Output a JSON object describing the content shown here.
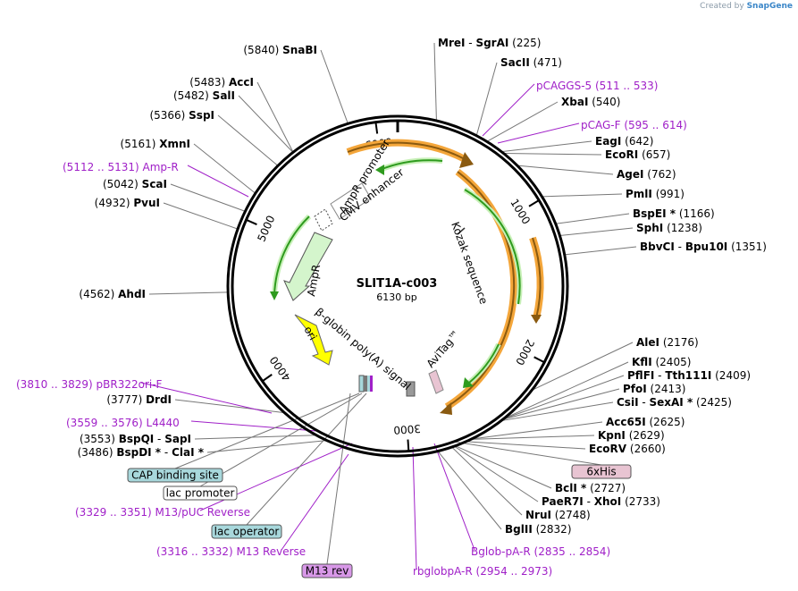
{
  "watermark": {
    "prefix": "Created by",
    "brand": "SnapGene"
  },
  "plasmid": {
    "name": "SLIT1A-c003",
    "length_label": "6130 bp",
    "length": 6130
  },
  "ticks": [
    "1000",
    "2000",
    "3000",
    "4000",
    "5000",
    "6000"
  ],
  "sites": [
    {
      "name": "SnaBI",
      "pos": "(5840)",
      "bp": 5840
    },
    {
      "name": "MreI",
      "name2": "SgrAI",
      "pos": "(225)",
      "bp": 225
    },
    {
      "name": "SacII",
      "pos": "(471)",
      "bp": 471
    },
    {
      "name": "XbaI",
      "pos": "(540)",
      "bp": 540
    },
    {
      "name": "EagI",
      "pos": "(642)",
      "bp": 642
    },
    {
      "name": "EcoRI",
      "pos": "(657)",
      "bp": 657
    },
    {
      "name": "AgeI",
      "pos": "(762)",
      "bp": 762
    },
    {
      "name": "PmlI",
      "pos": "(991)",
      "bp": 991
    },
    {
      "name": "BspEI *",
      "pos": "(1166)",
      "bp": 1166
    },
    {
      "name": "SphI",
      "pos": "(1238)",
      "bp": 1238
    },
    {
      "name": "BbvCI",
      "name2": "Bpu10I",
      "pos": "(1351)",
      "bp": 1351
    },
    {
      "name": "AleI",
      "pos": "(2176)",
      "bp": 2176
    },
    {
      "name": "KflI",
      "pos": "(2405)",
      "bp": 2405
    },
    {
      "name": "PflFI",
      "name2": "Tth111I",
      "pos": "(2409)",
      "bp": 2409
    },
    {
      "name": "PfoI",
      "pos": "(2413)",
      "bp": 2413
    },
    {
      "name": "CsiI",
      "name2": "SexAI *",
      "pos": "(2425)",
      "bp": 2425
    },
    {
      "name": "Acc65I",
      "pos": "(2625)",
      "bp": 2625
    },
    {
      "name": "KpnI",
      "pos": "(2629)",
      "bp": 2629
    },
    {
      "name": "EcoRV",
      "pos": "(2660)",
      "bp": 2660
    },
    {
      "name": "BclI *",
      "pos": "(2727)",
      "bp": 2727
    },
    {
      "name": "PaeR7I",
      "name2": "XhoI",
      "pos": "(2733)",
      "bp": 2733
    },
    {
      "name": "NruI",
      "pos": "(2748)",
      "bp": 2748
    },
    {
      "name": "BglII",
      "pos": "(2832)",
      "bp": 2832
    },
    {
      "name": "AccI",
      "pos": "(5483)",
      "bp": 5483
    },
    {
      "name": "SalI",
      "pos": "(5482)",
      "bp": 5482
    },
    {
      "name": "SspI",
      "pos": "(5366)",
      "bp": 5366
    },
    {
      "name": "XmnI",
      "pos": "(5161)",
      "bp": 5161
    },
    {
      "name": "ScaI",
      "pos": "(5042)",
      "bp": 5042
    },
    {
      "name": "PvuI",
      "pos": "(4932)",
      "bp": 4932
    },
    {
      "name": "AhdI",
      "pos": "(4562)",
      "bp": 4562
    },
    {
      "name": "DrdI",
      "pos": "(3777)",
      "bp": 3777
    },
    {
      "name": "BspQI",
      "name2": "SapI",
      "pos": "(3553)",
      "bp": 3553
    },
    {
      "name": "BspDI *",
      "name2": "ClaI *",
      "pos": "(3486)",
      "bp": 3486
    }
  ],
  "primers": [
    {
      "name": "pCAGGS-5",
      "range": "(511 .. 533)"
    },
    {
      "name": "pCAG-F",
      "range": "(595 .. 614)"
    },
    {
      "name": "Amp-R",
      "range": "(5112 .. 5131)"
    },
    {
      "name": "pBR322ori-F",
      "range": "(3810 .. 3829)"
    },
    {
      "name": "L4440",
      "range": "(3559 .. 3576)"
    },
    {
      "name": "M13/pUC Reverse",
      "range": "(3329 .. 3351)"
    },
    {
      "name": "M13 Reverse",
      "range": "(3316 .. 3332)"
    },
    {
      "name": "Bglob-pA-R",
      "range": "(2835 .. 2854)"
    },
    {
      "name": "rbglobpA-R",
      "range": "(2954 .. 2973)"
    }
  ],
  "boxed_features": [
    {
      "name": "6xHis",
      "fill": "#e8c4d2"
    },
    {
      "name": "CAP binding site",
      "fill": "#a8d8dc"
    },
    {
      "name": "lac promoter",
      "fill": "#ffffff"
    },
    {
      "name": "lac operator",
      "fill": "#a8d8dc"
    },
    {
      "name": "M13 rev",
      "fill": "#d898e8"
    }
  ],
  "features": {
    "cmv_enhancer": "CMV enhancer",
    "ampr_promoter": "AmpR promoter",
    "ampr": "AmpR",
    "ori": "ori",
    "kozak": "Kozak sequence",
    "beta_globin": "β-globin poly(A) signal",
    "avitag": "AviTag™"
  },
  "colors": {
    "primer": "#a020c8",
    "ampr": "#d4f5cc",
    "ori": "#ffff00",
    "orf_orange": "#f4a63a",
    "orf_green": "#2e9b1e"
  }
}
